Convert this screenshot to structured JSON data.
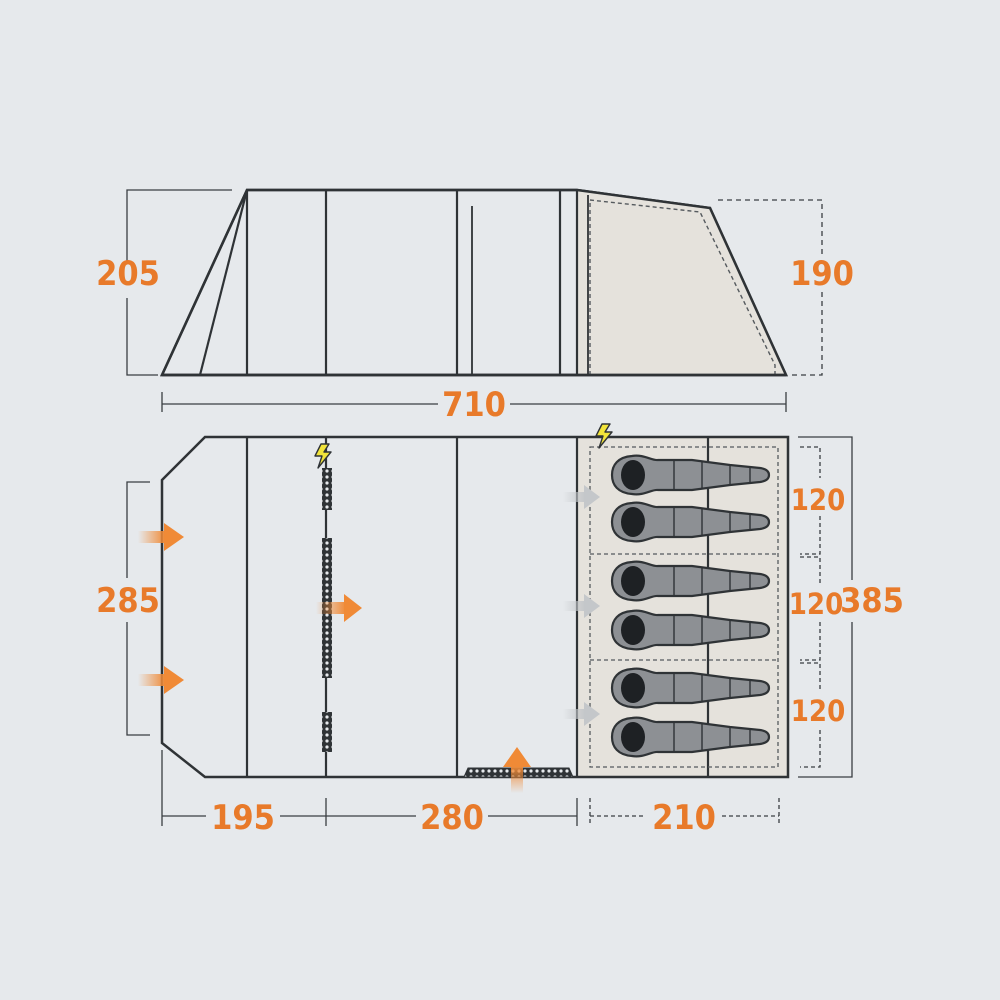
{
  "colors": {
    "background": "#e6e9ec",
    "outline": "#2f3336",
    "dimension_line": "#3a3e42",
    "label": "#e87a2a",
    "bedroom_fill": "#e5e2dc",
    "sleeping_bag": "#8d9094",
    "arrow_orange": "#f08a36",
    "arrow_grey": "#c4c7ca",
    "power": "#f2e43a"
  },
  "side_view": {
    "height_left": "205",
    "height_right": "190",
    "length": "710"
  },
  "floor_plan": {
    "width": "285",
    "depth": "385",
    "bedroom_widths": [
      "120",
      "120",
      "120"
    ],
    "zone_lengths": [
      "195",
      "280",
      "210"
    ],
    "sleeping_bags": 6,
    "icons": [
      "door-arrow-icon",
      "power-point-icon",
      "mesh-window-icon",
      "sleeping-bag-icon"
    ]
  }
}
